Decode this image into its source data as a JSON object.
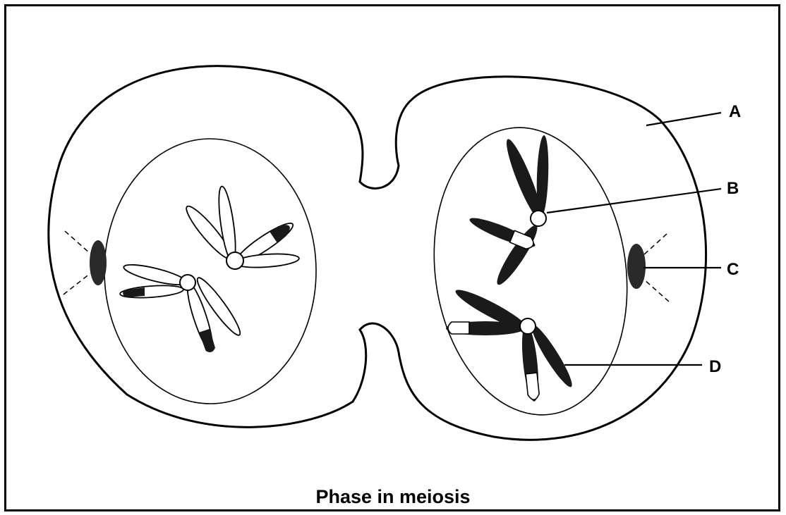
{
  "caption": "Phase in meiosis",
  "labels": {
    "a": "A",
    "b": "B",
    "c": "C",
    "d": "D"
  },
  "colors": {
    "line": "#000000",
    "dark_chromatid": "#1a1a1a",
    "centriole": "#2a2a2a"
  }
}
